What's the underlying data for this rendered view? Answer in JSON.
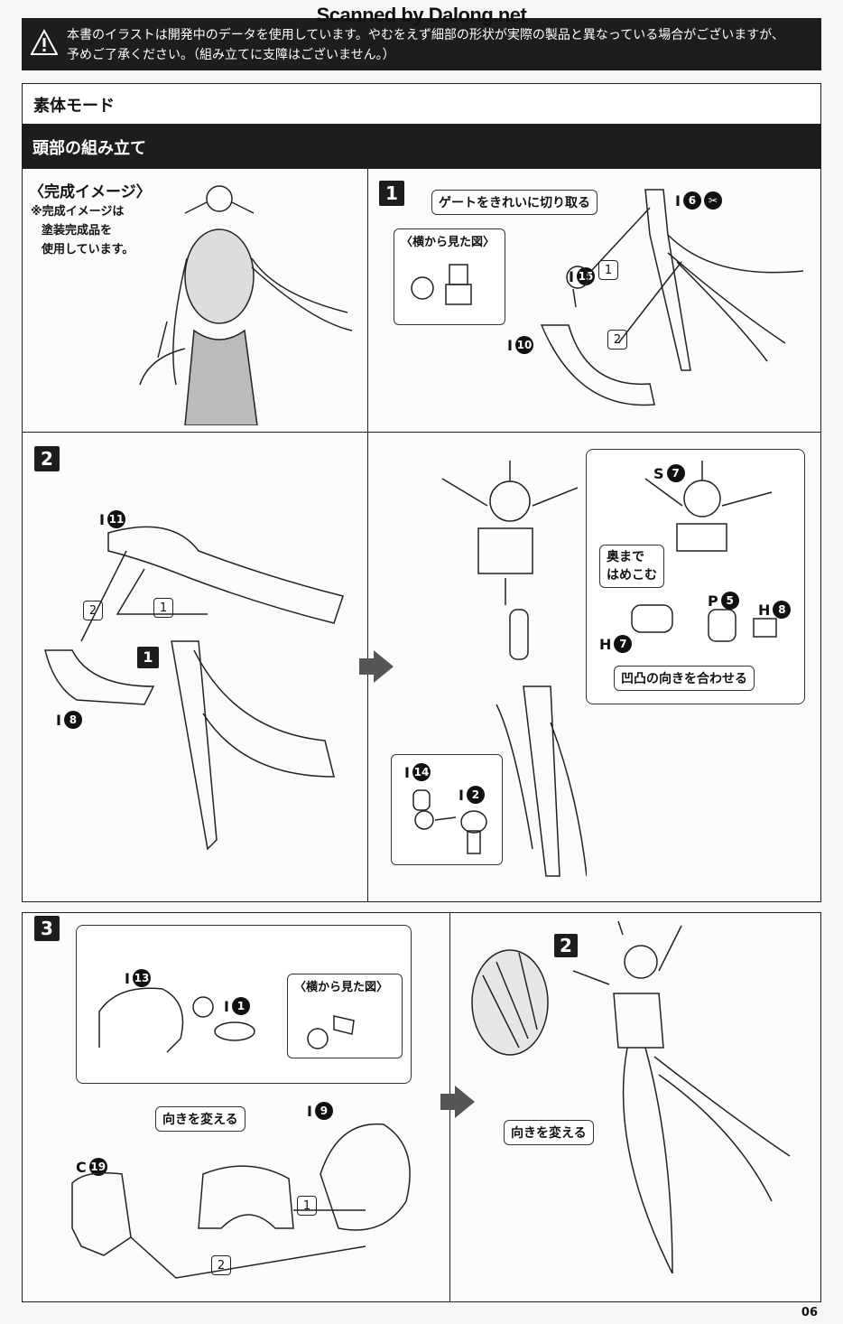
{
  "watermark": "Scanned by Dalong.net",
  "warning": {
    "line1": "本書のイラストは開発中のデータを使用しています。やむをえず細部の形状が実際の製品と異なっている場合がございますが、",
    "line2": "予めご了承ください。（組み立てに支障はございません。）"
  },
  "section_title": "素体モード",
  "subsection_title": "頭部の組み立て",
  "completed_image": {
    "title": "〈完成イメージ〉",
    "note1": "※完成イメージは",
    "note2": "塗装完成品を",
    "note3": "使用しています。"
  },
  "step1": {
    "number": "1",
    "callout_gate": "ゲートをきれいに切り取る",
    "side_view": "〈横から見た図〉",
    "parts": [
      {
        "runner": "I",
        "num": "15"
      },
      {
        "runner": "I",
        "num": "6"
      },
      {
        "runner": "I",
        "num": "10"
      }
    ],
    "order": [
      "1",
      "2"
    ]
  },
  "step2": {
    "number": "2",
    "parts_left": [
      {
        "runner": "I",
        "num": "11"
      },
      {
        "runner": "I",
        "num": "8"
      }
    ],
    "ref_step": "1",
    "order": [
      "1",
      "2"
    ],
    "inset_parts": [
      {
        "runner": "S",
        "num": "7"
      },
      {
        "runner": "P",
        "num": "5"
      },
      {
        "runner": "H",
        "num": "8"
      },
      {
        "runner": "H",
        "num": "7"
      }
    ],
    "callout_push1": "奥まで",
    "callout_push2": "はめこむ",
    "callout_align": "凹凸の向きを合わせる",
    "small_parts": [
      {
        "runner": "I",
        "num": "14"
      },
      {
        "runner": "I",
        "num": "2"
      }
    ]
  },
  "step3": {
    "number": "3",
    "parts": [
      {
        "runner": "I",
        "num": "13"
      },
      {
        "runner": "I",
        "num": "1"
      },
      {
        "runner": "I",
        "num": "9"
      },
      {
        "runner": "C",
        "num": "19"
      }
    ],
    "side_view": "〈横から見た図〉",
    "callout_rotate": "向きを変える",
    "order": [
      "1",
      "2"
    ],
    "ref_step": "2",
    "callout_rotate_right": "向きを変える"
  },
  "page_number": "06"
}
